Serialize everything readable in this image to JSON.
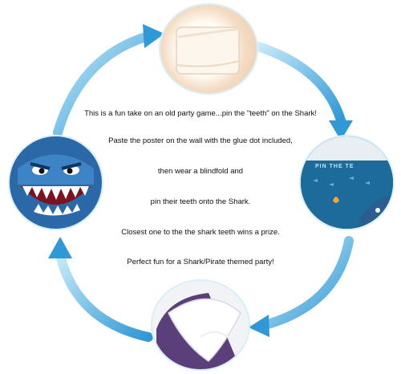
{
  "instructions": [
    "This is a fun take on an old party game...pin the \"teeth\" on the Shark!",
    "Paste the poster on the wall with the glue dot included,",
    "then wear a blindfold and",
    "pin their teeth onto the Shark.",
    "Closest one to the the shark teeth wins a prize.",
    "Perfect fun for a Shark/Pirate themed party!"
  ],
  "poster_text": "PIN THE TE",
  "colors": {
    "arrow": "#3fa6dc",
    "arrow_light": "#bfe6f7",
    "shark": "#2d6fb0",
    "ocean": "#1e6f9e"
  }
}
